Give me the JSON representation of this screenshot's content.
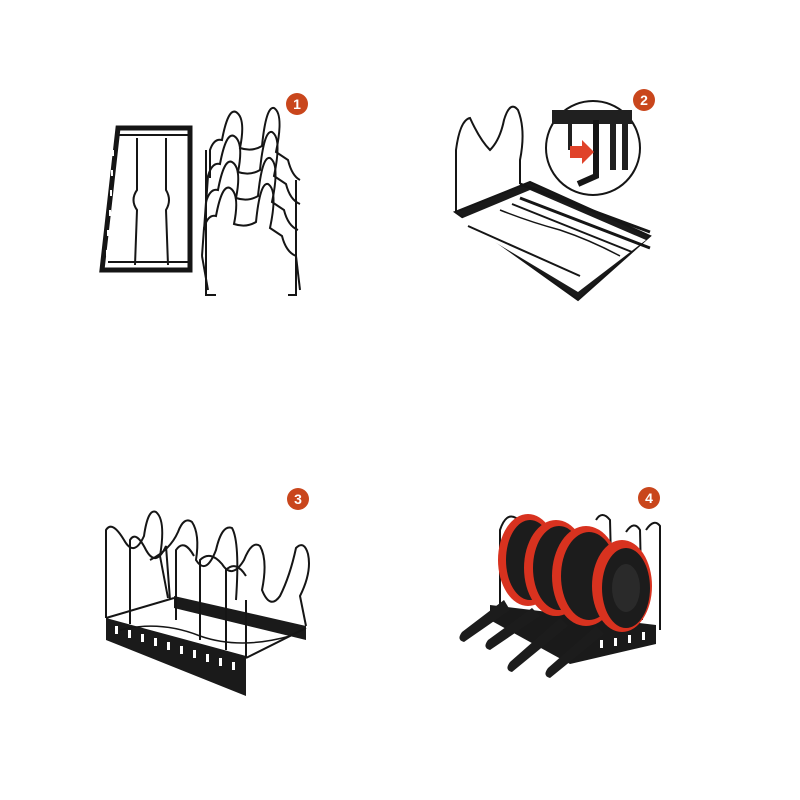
{
  "steps": [
    {
      "number": "1"
    },
    {
      "number": "2"
    },
    {
      "number": "3"
    },
    {
      "number": "4"
    }
  ],
  "colors": {
    "badge": "#c9461c",
    "rack": "#151515",
    "pan_red": "#d8321f",
    "pan_black": "#1c1c1c",
    "arrow": "#e0432a"
  }
}
